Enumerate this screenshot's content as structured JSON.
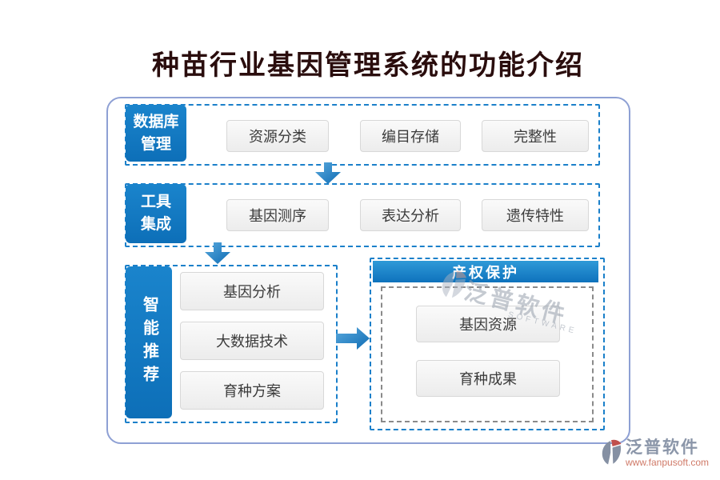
{
  "title": "种苗行业基因管理系统的功能介绍",
  "rows": [
    {
      "label_lines": [
        "数据库",
        "管理"
      ],
      "items": [
        "资源分类",
        "编目存储",
        "完整性"
      ]
    },
    {
      "label_lines": [
        "工具",
        "集成"
      ],
      "items": [
        "基因测序",
        "表达分析",
        "遗传特性"
      ]
    },
    {
      "label": "智能推荐",
      "items": [
        "基因分析",
        "大数据技术",
        "育种方案"
      ]
    }
  ],
  "right_panel": {
    "header": "产权保护",
    "items": [
      "基因资源",
      "育种成果"
    ]
  },
  "watermarks": {
    "center": {
      "brand": "泛普软件",
      "subtext": "SOFTWARE"
    },
    "corner": {
      "brand": "泛普软件",
      "url": "www.fanpusoft.com"
    }
  },
  "colors": {
    "accent_blue": "#1177C2",
    "dashed_border_blue": "#1B80CA",
    "inner_dashed_gray": "#8A8A8A",
    "button_bg": "#F2F2F2",
    "button_border": "#D9D9D9",
    "title_color": "#2A0D0D",
    "container_border": "#8EA0D4",
    "watermark_gray": "#8B96A9",
    "watermark_url_color": "#D07A68",
    "logo_red": "#C0504D"
  }
}
